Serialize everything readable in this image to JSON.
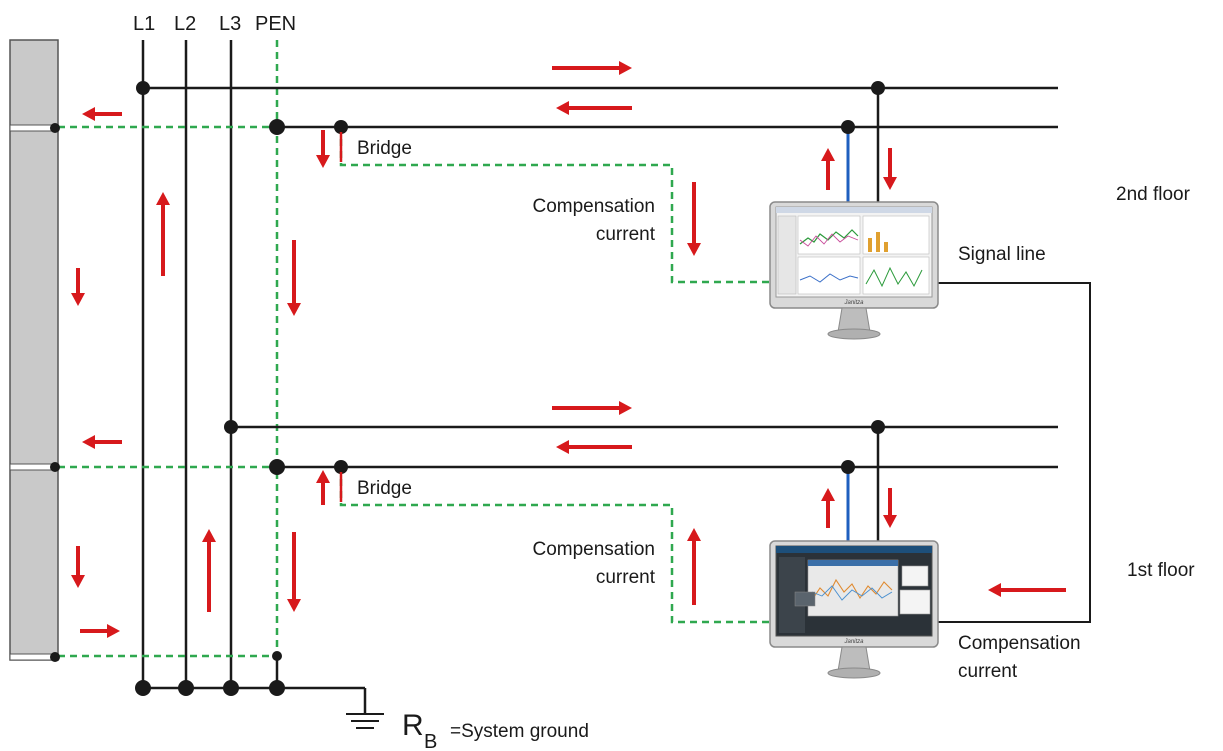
{
  "conductors": {
    "l1": "L1",
    "l2": "L2",
    "l3": "L3",
    "pen": "PEN"
  },
  "floors": {
    "upper": "2nd floor",
    "lower": "1st floor"
  },
  "labels": {
    "bridge": "Bridge",
    "compensation_line1": "Compensation",
    "compensation_line2": "current",
    "signal_line": "Signal line"
  },
  "ground": {
    "symbol_letter": "R",
    "symbol_subscript": "B",
    "description": "=System ground"
  },
  "monitor": {
    "brand": "Janitza"
  },
  "colors": {
    "conductor": "#1a1a1a",
    "pen_dashed": "#2fa84f",
    "current_arrow": "#d7191c",
    "signal_wire": "#1f5fbf",
    "building_wall": "#c8c8c8",
    "ground_plate": "#333333"
  }
}
